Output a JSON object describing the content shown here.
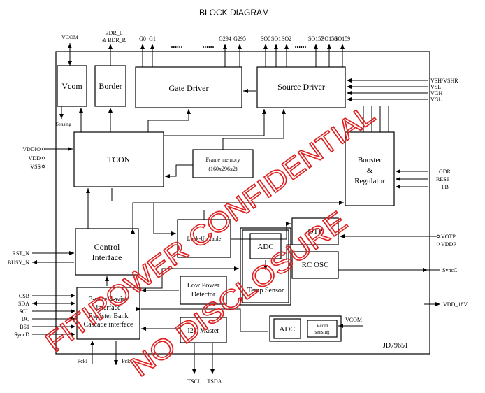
{
  "title": "BLOCK DIAGRAM",
  "chip": "JD79651",
  "blocks": {
    "vcom": "Vcom",
    "border": "Border",
    "gate_driver": "Gate Driver",
    "source_driver": "Source Driver",
    "tcon": "TCON",
    "frame_memory": "Frame memory",
    "frame_memory_size": "(160x296x2)",
    "booster_1": "Booster",
    "booster_2": "&",
    "booster_3": "Regulator",
    "control_1": "Control",
    "control_2": "Interface",
    "lut": "Look-Up Table",
    "otp": "OTP",
    "adc": "ADC",
    "temp_sensor": "Temp Sensor",
    "rc_osc": "RC OSC",
    "lpd_1": "Low Power",
    "lpd_2": "Detector",
    "serif_1": "3-wire/4-wire",
    "serif_2": "interface",
    "serif_3": "Register Bank",
    "serif_4": "Cascade interface",
    "i2c": "I2C Master",
    "adc2": "ADC",
    "vcom_sensing_1": "Vcom",
    "vcom_sensing_2": "sensing"
  },
  "pins_top": {
    "vcom": "VCOM",
    "bdr_1": "BDR_L",
    "bdr_2": "& BDR_R",
    "g0": "G0",
    "g1": "G1",
    "dots1": "••••••",
    "dots2": "••••••",
    "g294": "G294",
    "g295": "G295",
    "so0": "SO0",
    "so1": "SO1",
    "so2": "SO2",
    "dots3": "••••••",
    "so157": "SO157",
    "so158": "SO158",
    "so159": "SO159"
  },
  "pins_left": {
    "vddio": "VDDIO",
    "vdd": "VDD",
    "vss": "VSS",
    "rst_n": "RST_N",
    "busy_n": "BUSY_N",
    "csb": "CSB",
    "sda": "SDA",
    "scl": "SCL",
    "dc": "DC",
    "bs1": "BS1",
    "syncd": "SyncD"
  },
  "pins_right": {
    "vsh": "VSH/VSHR",
    "vsl": "VSL",
    "vgh": "VGH",
    "vgl": "VGL",
    "gdr": "GDR",
    "rese": "RESE",
    "fb": "FB",
    "votp": "VOTP",
    "vddp": "VDDP",
    "syncc": "SyncC",
    "vdd18": "VDD_18V",
    "vcom_in": "VCOM"
  },
  "pins_bottom": {
    "pcki": "PckI",
    "pcko": "PckO",
    "tscl": "TSCL",
    "tsda": "TSDA"
  },
  "sensing": "Sensing",
  "watermark_1": "FITIPOWER CONFIDENTIAL",
  "watermark_2": "NO DISCLOSURE"
}
